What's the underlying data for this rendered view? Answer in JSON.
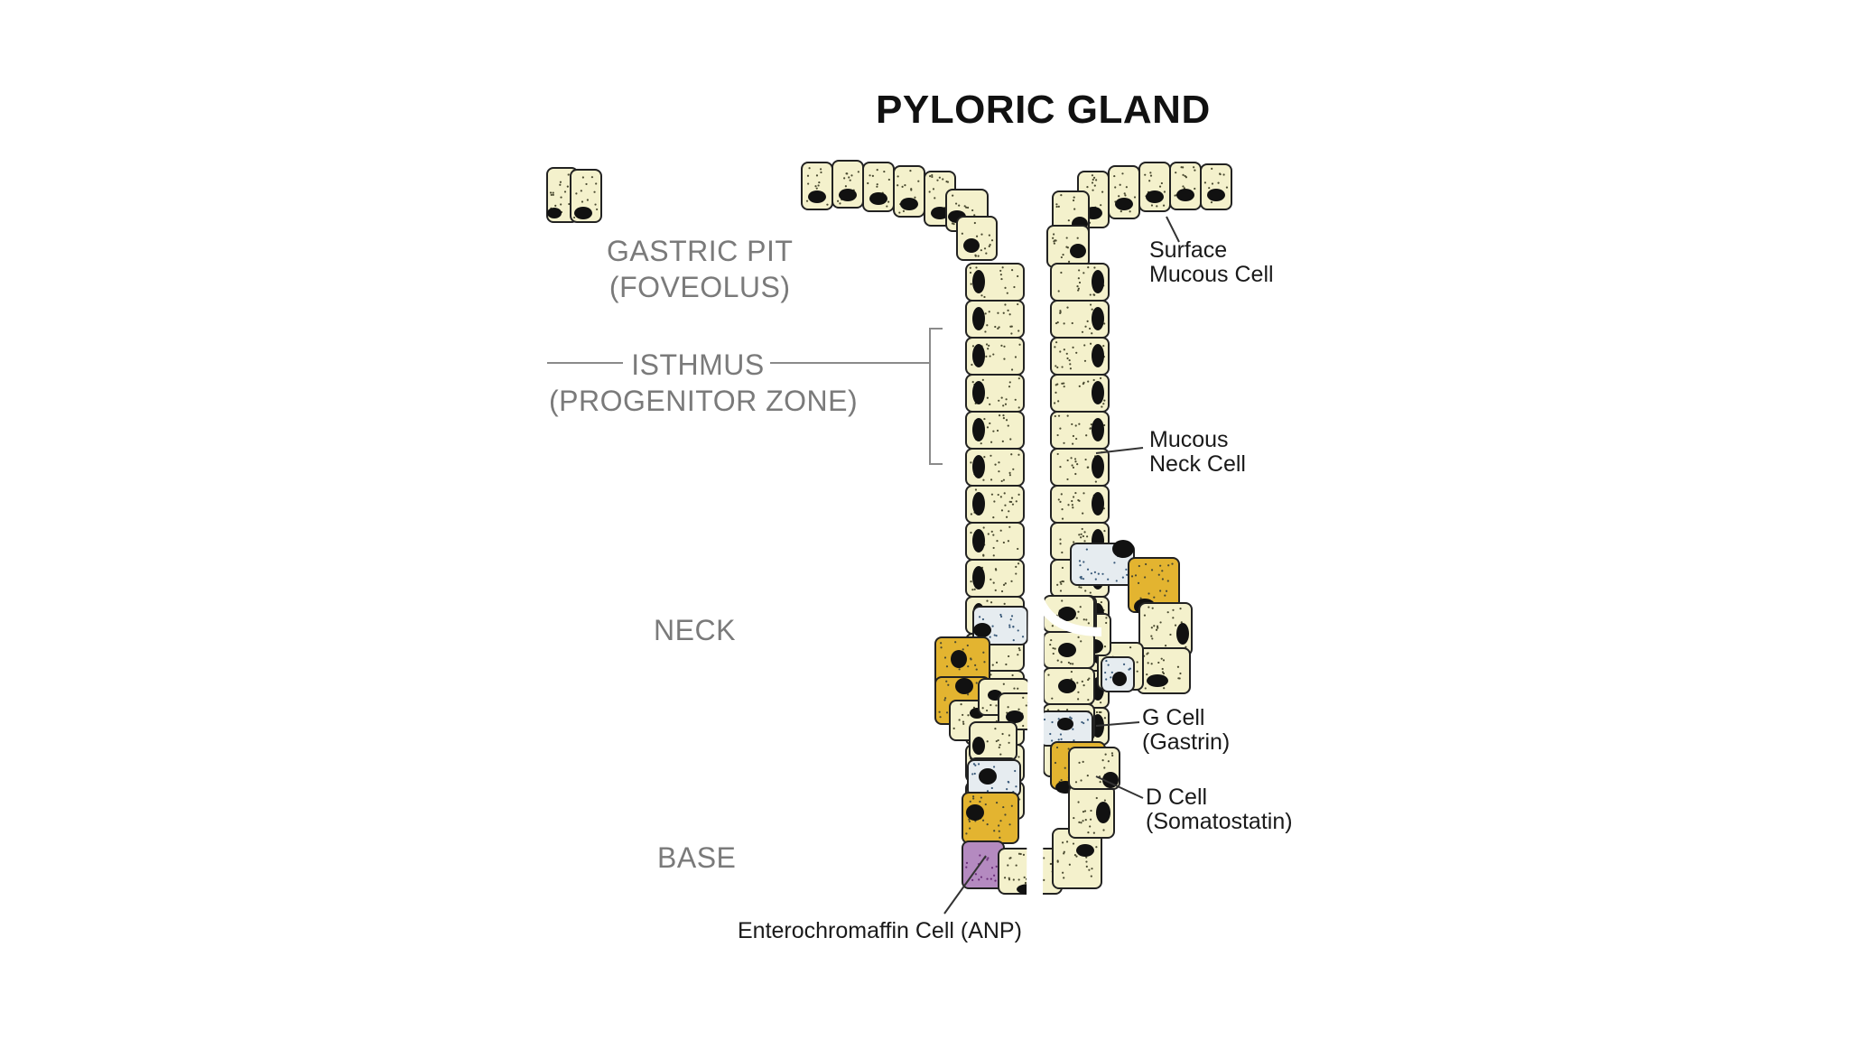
{
  "title": "PYLORIC GLAND",
  "zones": {
    "gastric_pit": [
      "GASTRIC PIT",
      "(FOVEOLUS)"
    ],
    "isthmus": [
      "ISTHMUS",
      "(PROGENITOR ZONE)"
    ],
    "neck": "NECK",
    "base": "BASE"
  },
  "callouts": {
    "surface_mucous": [
      "Surface",
      "Mucous Cell"
    ],
    "mucous_neck": [
      "Mucous",
      "Neck Cell"
    ],
    "g_cell": [
      "G Cell",
      "(Gastrin)"
    ],
    "d_cell": [
      "D Cell",
      "(Somatostatin)"
    ],
    "enterochromaffin": "Enterochromaffin Cell (ANP)"
  },
  "colors": {
    "mucous_cell": "#f4f1cc",
    "g_cell": "#e6ecf0",
    "d_cell": "#e3b430",
    "enterochromaffin_cell": "#b48ac0",
    "nucleus": "#111111",
    "outline": "#222222",
    "zone_text": "#7a7a7a"
  }
}
